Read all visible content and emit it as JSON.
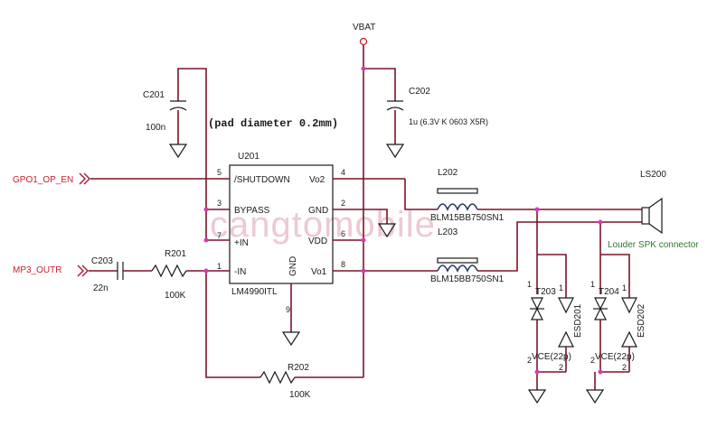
{
  "nets": {
    "vbat": "VBAT",
    "gpo": "GPO1_OP_EN",
    "mp3": "MP3_OUTR",
    "louder": "Louder SPK connector"
  },
  "ic": {
    "ref": "U201",
    "part": "LM4990ITL",
    "pins": {
      "shutdown": "/SHUTDOWN",
      "bypass": "BYPASS",
      "inp": "+IN",
      "inn": "-IN",
      "vo2": "Vo2",
      "gnd": "GND",
      "vdd": "VDD",
      "vo1": "Vo1",
      "gnd_bottom": "GND"
    },
    "pin_numbers": {
      "shutdown": "5",
      "bypass": "3",
      "inp": "7",
      "inn": "1",
      "vo2": "4",
      "gnd": "2",
      "vdd": "6",
      "vo1": "8",
      "gnd_bottom": "9"
    }
  },
  "components": {
    "c201_ref": "C201",
    "c201_val": "100n",
    "c202_ref": "C202",
    "c202_val": "1u (6.3V K 0603 X5R)",
    "c203_ref": "C203",
    "c203_val": "22n",
    "r201_ref": "R201",
    "r201_val": "100K",
    "r202_ref": "R202",
    "r202_val": "100K",
    "l202_ref": "L202",
    "l202_val": "BLM15BB750SN1",
    "l203_ref": "L203",
    "l203_val": "BLM15BB750SN1",
    "ls_ref": "LS200",
    "t203": "T203",
    "t204": "T204",
    "esd201": "ESD201",
    "esd202": "ESD202",
    "vce1": "VCE(22p)",
    "vce2": "VCE(22p)"
  },
  "esd_pin_numbers": [
    "1",
    "2",
    "1",
    "2",
    "1",
    "2",
    "1",
    "2"
  ],
  "note": "(pad diameter 0.2mm)",
  "watermark": "cangtomobile"
}
